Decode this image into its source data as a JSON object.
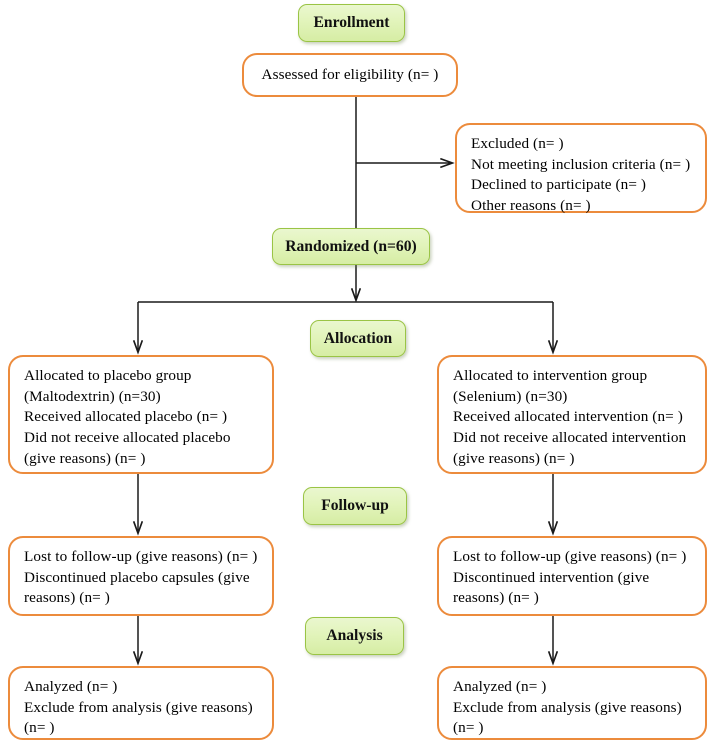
{
  "diagram": {
    "title": "CONSORT participant flow diagram",
    "colors": {
      "stage_border": "#9ac445",
      "stage_fill_top": "#eaf7cf",
      "stage_fill_bottom": "#d6eda4",
      "content_border": "#ec8b3c",
      "content_fill": "#ffffff",
      "connector": "#1a1a1a",
      "background": "#ffffff"
    },
    "stages": [
      {
        "id": "enrollment",
        "label": "Enrollment"
      },
      {
        "id": "allocation",
        "label": "Allocation"
      },
      {
        "id": "followup",
        "label": "Follow-up"
      },
      {
        "id": "analysis",
        "label": "Analysis"
      }
    ],
    "nodes": {
      "assessed": {
        "lines": [
          "Assessed for eligibility (n=  )"
        ]
      },
      "excluded": {
        "lines": [
          "Excluded (n=  )",
          "Not meeting inclusion criteria (n= )",
          "Declined to participate (n=  )",
          "Other reasons (n=  )"
        ]
      },
      "randomized": {
        "lines": [
          "Randomized (n=60)"
        ]
      },
      "allocated_placebo": {
        "lines": [
          "Allocated to placebo group",
          "(Maltodextrin) (n=30)",
          "Received allocated placebo (n=  )",
          "Did not receive allocated placebo",
          "(give reasons) (n=  )"
        ]
      },
      "allocated_intervention": {
        "lines": [
          "Allocated to intervention group",
          "(Selenium) (n=30)",
          "Received allocated intervention (n= )",
          "Did not receive allocated intervention",
          "(give reasons) (n=  )"
        ]
      },
      "followup_placebo": {
        "lines": [
          "Lost to follow-up (give reasons) (n= )",
          "Discontinued placebo capsules (give",
          "reasons) (n=  )"
        ]
      },
      "followup_intervention": {
        "lines": [
          "Lost to follow-up (give reasons) (n= )",
          "Discontinued intervention (give",
          "reasons) (n=  )"
        ]
      },
      "analysis_placebo": {
        "lines": [
          "Analyzed (n=  )",
          "Exclude from analysis (give reasons)",
          "(n=  )"
        ]
      },
      "analysis_intervention": {
        "lines": [
          "Analyzed (n=  )",
          "Exclude from analysis (give reasons)",
          "(n=  )"
        ]
      }
    }
  }
}
